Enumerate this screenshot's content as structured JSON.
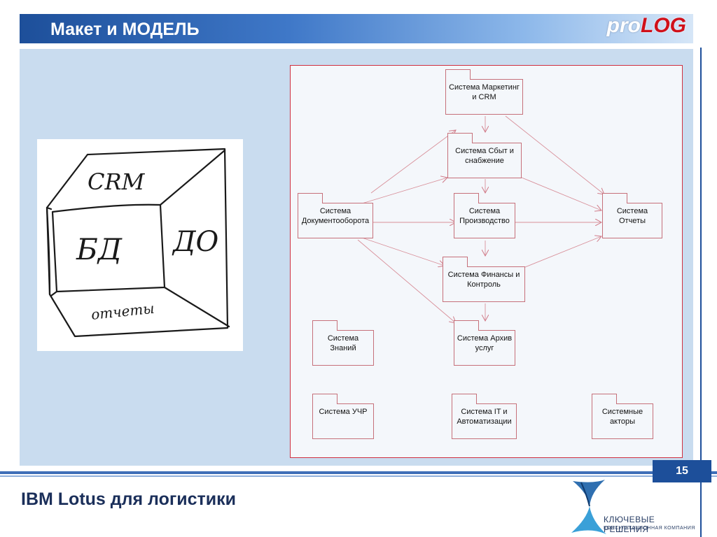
{
  "header": {
    "title": "Макет и МОДЕЛЬ",
    "logo_pro": "pro",
    "logo_log": "LOG"
  },
  "sketch": {
    "labels": [
      "CRM",
      "БД",
      "ДО",
      "отчеты"
    ]
  },
  "diagram": {
    "packages": {
      "marketing": "Система Маркетинг\nи CRM",
      "sales": "Система Сбыт и\nснабжение",
      "docflow": "Система\nДокументооборота",
      "production": "Система\nПроизводство",
      "reports": "Система\nОтчеты",
      "finance": "Система Финансы и\nКонтроль",
      "knowledge": "Система\nЗнаний",
      "archive": "Система Архив\nуслуг",
      "hr": "Система УЧР",
      "it": "Система IT и\nАвтоматизации",
      "actors": "Системные\nакторы"
    }
  },
  "page_number": "15",
  "footer": {
    "title": "IBM Lotus для логистики",
    "company_name": "КЛЮЧЕВЫЕ РЕШЕНИЯ",
    "company_sub": "КОНСУЛЬТАЦИОННАЯ КОМПАНИЯ"
  }
}
